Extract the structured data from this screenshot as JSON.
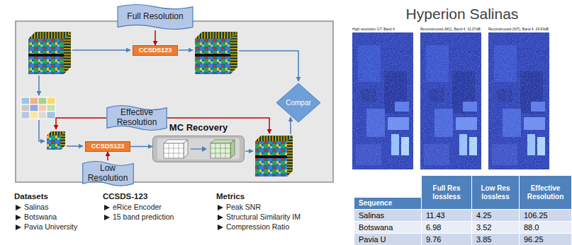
{
  "diagram": {
    "title": "Hyperion Salinas",
    "nodes": [
      {
        "text": [
          "Full Resolution"
        ]
      },
      {
        "text": [
          "CCSDS123"
        ]
      },
      {
        "text": [
          "Effective Resolution"
        ]
      },
      {
        "text": [
          "CCSDS123"
        ]
      },
      {
        "text": [
          "MC Recovery"
        ]
      },
      {
        "text": [
          "Low Resolution"
        ]
      },
      {
        "text": [
          "Compar"
        ]
      }
    ],
    "edges": [
      {
        "from": 0,
        "to": 1,
        "arrow": "to"
      },
      {
        "from": 5,
        "to": 3,
        "arrow": "to"
      },
      {
        "from": 3,
        "to": 4,
        "arrow": "to"
      }
    ],
    "labels": [
      "Datasets",
      "Salinas",
      "Botswana",
      "Pavia University",
      "CCSDS-123",
      "eRice Encoder",
      "15 band prediction",
      "Metrics",
      "Peak SNR",
      "Structural Similarity IM",
      "Compression Ratio",
      "High resolution GT, Band 4",
      "Reconstructed (MC), Band 4, 31.07dB",
      "Reconstructed (INT), Band 4, 24.93dB",
      "Sequence",
      "Full Res lossless",
      "Low Res lossless",
      "Effective Resolution",
      "Salinas",
      "11.43",
      "4.25",
      "106.25",
      "Botswana",
      "6.98",
      "3.52",
      "88.0",
      "Pavia U",
      "9.76",
      "3.85",
      "96.25"
    ]
  }
}
